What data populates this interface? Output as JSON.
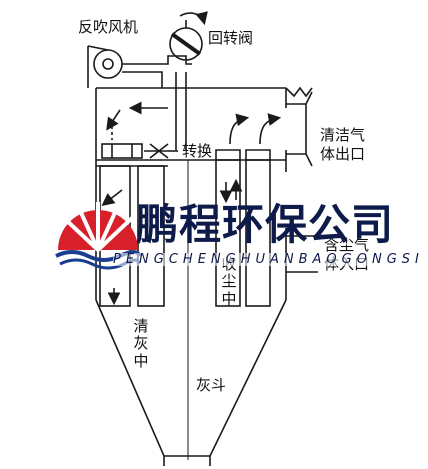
{
  "labels": {
    "reverse_blow_fan": "反吹风机",
    "rotary_valve": "回转阀",
    "switch": "转换",
    "clean_gas_outlet": [
      "清洁气",
      "体出口"
    ],
    "dusty_gas_inlet": [
      "含尘气",
      "体入口"
    ],
    "dust_collecting": [
      "收",
      "尘",
      "中"
    ],
    "ash_cleaning": [
      "清",
      "灰",
      "中"
    ],
    "ash_hopper": "灰斗"
  },
  "watermark": {
    "chinese": "鹏程环保公司",
    "english": "PENGCHENGHUANBAOGONGSI",
    "colors": {
      "red": "#d8202a",
      "blue": "#1a3d8f",
      "navy": "#0d1a4a"
    }
  },
  "line_color": "#1a1a1a"
}
